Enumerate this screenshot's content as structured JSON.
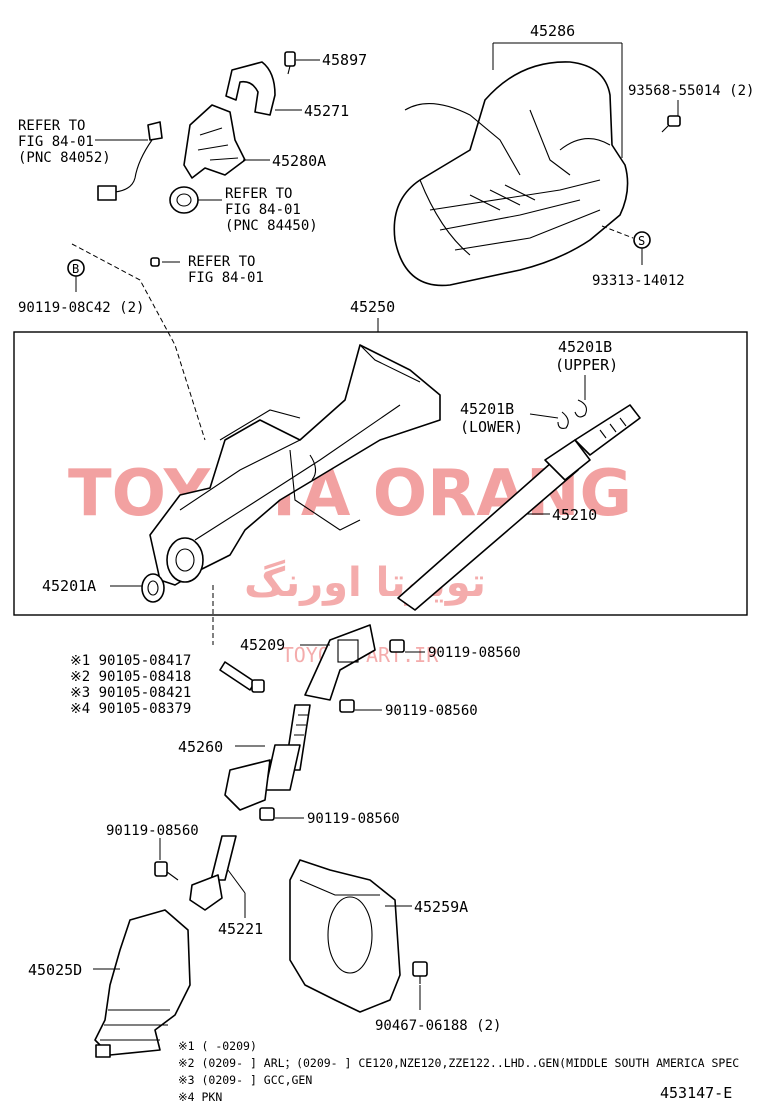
{
  "colors": {
    "watermark": "#f08a8a",
    "line": "#000000",
    "background": "#ffffff"
  },
  "watermark": {
    "main": "TOYOTA ORANG",
    "arabic": "تویوتا اورنگ",
    "site": "TOYOTAPART.IR"
  },
  "parts": {
    "p45286": "45286",
    "p45897": "45897",
    "p45271": "45271",
    "p45280A": "45280A",
    "p93568": "93568-55014 (2)",
    "p93313": "93313-14012",
    "p90119_08C42": "90119-08C42 (2)",
    "p45250": "45250",
    "p45201B_upper_num": "45201B",
    "p45201B_upper_txt": "(UPPER)",
    "p45201B_lower_num": "45201B",
    "p45201B_lower_txt": "(LOWER)",
    "p45210": "45210",
    "p45201A": "45201A",
    "p45209": "45209",
    "p90119_08560_a": "90119-08560",
    "p90119_08560_b": "90119-08560",
    "p90119_08560_c": "90119-08560",
    "p90119_08560_d": "90119-08560",
    "p45260": "45260",
    "p45221": "45221",
    "p45259A": "45259A",
    "p45025D": "45025D",
    "p90467": "90467-06188 (2)"
  },
  "refers": {
    "r1_l1": "REFER TO",
    "r1_l2": "FIG 84-01",
    "r1_l3": "(PNC 84052)",
    "r2_l1": "REFER TO",
    "r2_l2": "FIG 84-01",
    "r2_l3": "(PNC 84450)",
    "r3_l1": "REFER TO",
    "r3_l2": "FIG 84-01"
  },
  "markers": {
    "b": "B",
    "s": "S"
  },
  "bolts": [
    "※1 90105-08417",
    "※2 90105-08418",
    "※3 90105-08421",
    "※4 90105-08379"
  ],
  "notes": [
    "※1  (      -0209)",
    "※2  (0209-     ] ARL；(0209-     ] CE120,NZE120,ZZE122..LHD..GEN(MIDDLE SOUTH AMERICA SPEC",
    "※3  (0209-     ] GCC,GEN",
    "※4  PKN"
  ],
  "figure_code": "453147-E"
}
